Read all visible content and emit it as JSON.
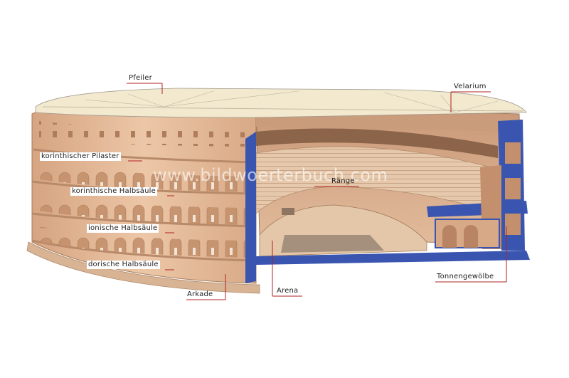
{
  "watermark": "www.bildwoerterbuch.com",
  "labels": {
    "pfeiler": "Pfeiler",
    "velarium": "Velarium",
    "korinthischer_pilaster": "korinthischer Pilaster",
    "korinthische_halbsaeule": "korinthische Halbsäule",
    "ionische_halbsaeule": "ionische Halbsäule",
    "dorische_halbsaeule": "dorische Halbsäule",
    "arkade": "Arkade",
    "arena": "Arena",
    "raenge": "Ränge",
    "tonnengewoelbe": "Tonnengewölbe"
  },
  "colors": {
    "leader_line": "#b22222",
    "section_cut": "#3a55b0",
    "stone_light": "#e8c2a2",
    "stone_mid": "#d9a887",
    "stone_dark": "#b98a6a",
    "arena_floor": "#e3c7a8",
    "velarium": "#f3e9cf"
  }
}
